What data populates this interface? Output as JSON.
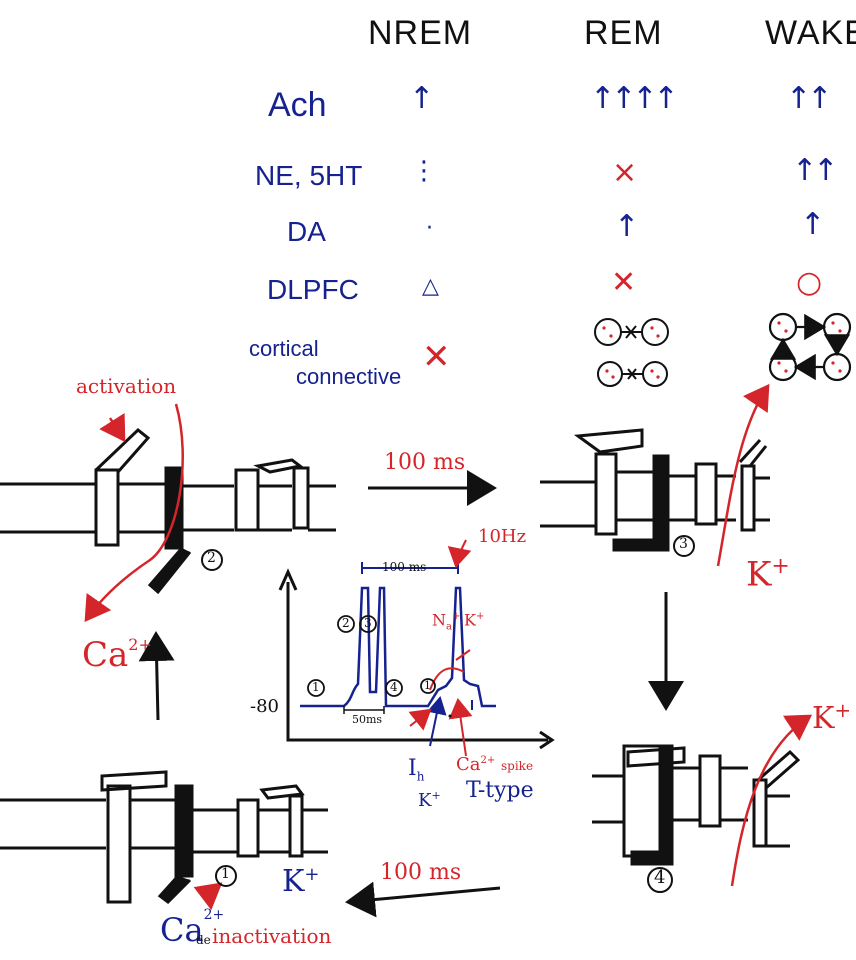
{
  "table": {
    "columns": [
      "NREM",
      "REM",
      "WAKE"
    ],
    "rows": [
      {
        "label": "Ach",
        "nrem": "↑",
        "rem": "↑↑↑↑",
        "wake": "↑↑"
      },
      {
        "label": "NE, 5HT",
        "nrem": "⋮",
        "rem": "×",
        "wake": "↑↑"
      },
      {
        "label": "DA",
        "nrem": "·",
        "rem": "↑",
        "wake": "↑"
      },
      {
        "label": "DLPFC",
        "nrem": "△",
        "rem": "✕",
        "wake": "○"
      },
      {
        "label_line1": "cortical",
        "label_line2": "connective",
        "nrem": "✕"
      }
    ]
  },
  "cycle": {
    "activation": "activation",
    "time_top": "100 ms",
    "time_bottom": "100 ms",
    "freq": "10Hz",
    "ca_main": "Ca",
    "ca_sup": "2+",
    "k_right_top": "K",
    "k_right_top_sup": "+",
    "k_right_bottom": "K",
    "k_right_bottom_sup": "+",
    "k_bottom_left": "K",
    "k_bottom_left_sup": "+",
    "ca_deinact": "Ca",
    "ca_deinact_sup": "2+",
    "deinact_word": "inactivation",
    "deinact_prefix": "de",
    "states": [
      "1",
      "2",
      "3",
      "4"
    ]
  },
  "plot": {
    "y_label": "-80",
    "span_top": "100 ms",
    "span_bottom": "50ms",
    "ih": "I",
    "ih_sub": "h",
    "k_plot": "K",
    "k_plot_sup": "+",
    "ca_spike": "Ca",
    "ca_spike_sup": "2+",
    "ca_spike_word": "spike",
    "ttype": "T-type",
    "na": "N",
    "na_sub": "a",
    "na_sup": "+",
    "k_spike": "K",
    "k_spike_sup": "+",
    "markers": [
      "1",
      "2",
      "3",
      "4",
      "1"
    ]
  },
  "colors": {
    "blue": "#15228f",
    "red": "#d4252a",
    "black": "#111111"
  }
}
